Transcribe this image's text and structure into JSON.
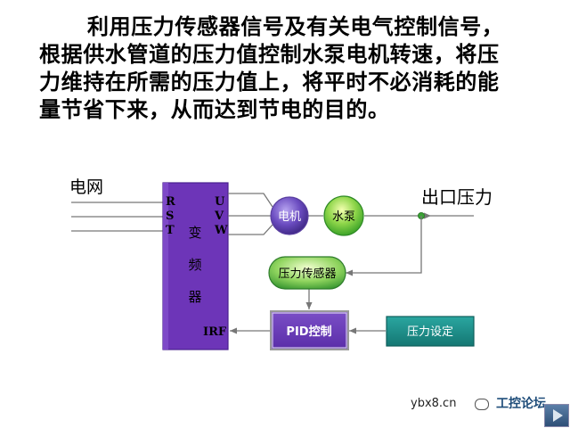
{
  "paragraph": {
    "lines": [
      "利用压力传感器信号及有关电气控制信号，",
      "根据供水管道的压力值控制水泵电机转速，将压",
      "力维持在所需的压力值上，将平时不必消耗的能",
      "量节省下来，从而达到节电的目的。"
    ]
  },
  "diagram": {
    "grid_label": "电网",
    "output_label": "出口压力",
    "vfd": {
      "inputs": [
        "R",
        "S",
        "T"
      ],
      "outputs": [
        "U",
        "V",
        "W"
      ],
      "name_chars": [
        "变",
        "频",
        "器"
      ],
      "feedback_terminal": "IRF"
    },
    "motor_label": "电机",
    "pump_label": "水泵",
    "sensor_label": "压力传感器",
    "pid_label": "PID控制",
    "setpoint_label": "压力设定"
  },
  "watermark": {
    "site": "ybx8.cn",
    "brand": "工控论坛"
  },
  "colors": {
    "vfd_fill": "#6d35b8",
    "motor_fill": "#5b3ea0",
    "pump_fill": "#35b52a",
    "sensor_fill": "#3aa335",
    "pid_fill": "#5f2fae",
    "setpoint_fill": "#1a8d8a",
    "lines": "#777777"
  }
}
